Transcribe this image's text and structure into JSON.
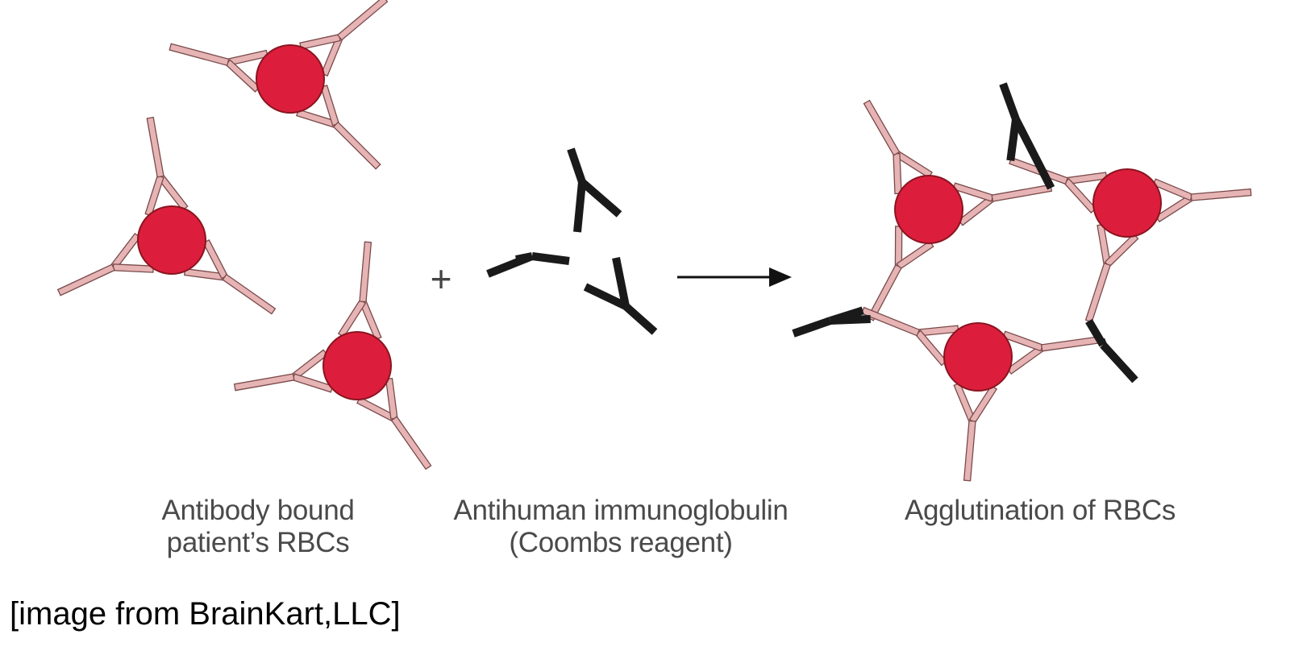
{
  "captions": {
    "left": [
      "Antibody bound",
      "patient’s RBCs"
    ],
    "middle": [
      "Antihuman immunoglobulin",
      "(Coombs reagent)"
    ],
    "right": [
      "Agglutination of RBCs"
    ]
  },
  "symbols": {
    "plus": "+"
  },
  "credit": "[image from BrainKart,LLC]",
  "colors": {
    "rbc_fill": "#dc1e3c",
    "rbc_outline": "#8a1420",
    "antibody_fill": "#e6b4b4",
    "antibody_outline": "#7a4a4a",
    "coombs_reagent": "#1a1a1a",
    "caption_text": "#4a4a4a"
  }
}
